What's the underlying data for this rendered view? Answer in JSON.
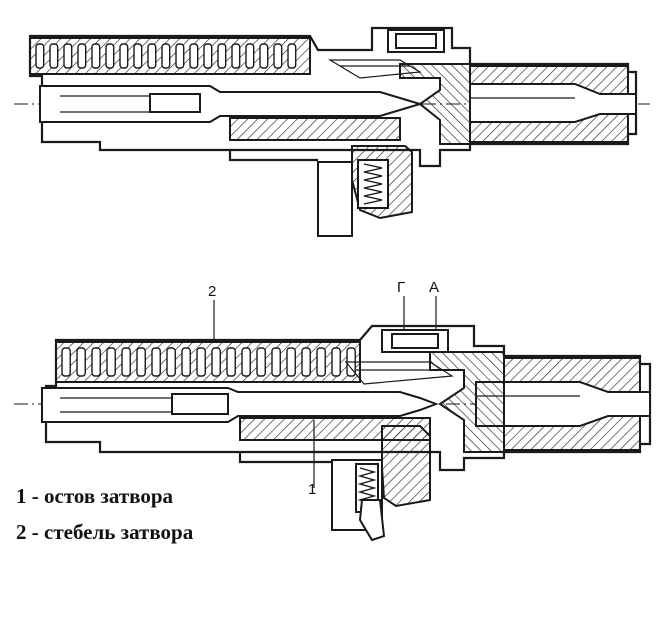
{
  "labels": {
    "part2": "2",
    "g": "Г",
    "a": "А",
    "part1": "1"
  },
  "legend": [
    {
      "text": "1 - остов затвора"
    },
    {
      "text": "2 - стебель затвора"
    }
  ]
}
